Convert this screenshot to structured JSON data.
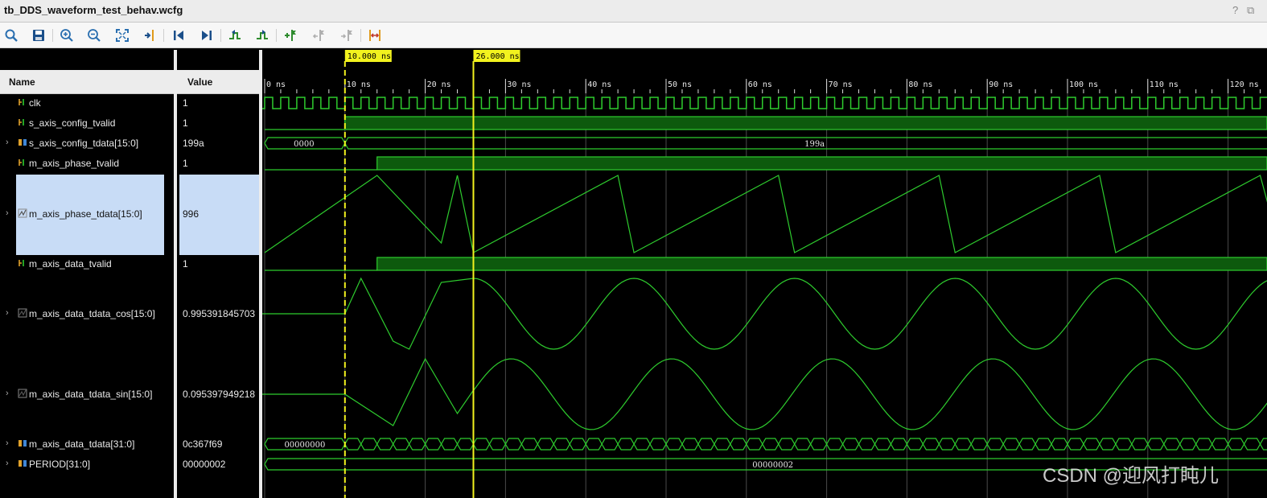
{
  "window": {
    "title": "tb_DDS_waveform_test_behav.wcfg",
    "help": "?",
    "restore": "⧉"
  },
  "toolbar": {
    "items": [
      {
        "name": "search-icon",
        "color": "#2a6fb0"
      },
      {
        "name": "save-icon",
        "color": "#1b4f8a"
      },
      {
        "name": "zoom-in-icon",
        "color": "#2a6fb0"
      },
      {
        "name": "zoom-out-icon",
        "color": "#2a6fb0"
      },
      {
        "name": "zoom-fit-icon",
        "color": "#2a6fb0"
      },
      {
        "name": "go-to-cursor-icon",
        "color": "#e09a1a"
      },
      {
        "name": "go-to-time-zero-icon",
        "color": "#1b4f8a"
      },
      {
        "name": "go-to-last-time-icon",
        "color": "#1b4f8a"
      },
      {
        "name": "previous-transition-icon",
        "color": "#2e8b2e"
      },
      {
        "name": "next-transition-icon",
        "color": "#2e8b2e"
      },
      {
        "name": "add-marker-icon",
        "color": "#2e8b2e"
      },
      {
        "name": "previous-marker-icon",
        "color": "#b0b0b0"
      },
      {
        "name": "next-marker-icon",
        "color": "#b0b0b0"
      },
      {
        "name": "swap-cursors-icon",
        "color": "#c0392b"
      }
    ]
  },
  "columns": {
    "name": "Name",
    "value": "Value"
  },
  "signals": [
    {
      "name": "clk",
      "value": "1",
      "kind": "bit",
      "expandable": false
    },
    {
      "name": "s_axis_config_tvalid",
      "value": "1",
      "kind": "bit",
      "expandable": false
    },
    {
      "name": "s_axis_config_tdata[15:0]",
      "value": "199a",
      "kind": "bus",
      "expandable": true
    },
    {
      "name": "m_axis_phase_tvalid",
      "value": "1",
      "kind": "bit",
      "expandable": false
    },
    {
      "name": "m_axis_phase_tdata[15:0]",
      "value": "996",
      "kind": "analog",
      "expandable": true,
      "selected": true
    },
    {
      "name": "m_axis_data_tvalid",
      "value": "1",
      "kind": "bit",
      "expandable": false
    },
    {
      "name": "m_axis_data_tdata_cos[15:0]",
      "value": "0.995391845703",
      "kind": "analog",
      "expandable": true
    },
    {
      "name": "m_axis_data_tdata_sin[15:0]",
      "value": "0.095397949218",
      "kind": "analog",
      "expandable": true
    },
    {
      "name": "m_axis_data_tdata[31:0]",
      "value": "0c367f69",
      "kind": "bus",
      "expandable": true
    },
    {
      "name": "PERIOD[31:0]",
      "value": "00000002",
      "kind": "bus",
      "expandable": true
    }
  ],
  "timeline": {
    "ticks": [
      "0 ns",
      "10 ns",
      "20 ns",
      "30 ns",
      "40 ns",
      "50 ns",
      "60 ns",
      "70 ns",
      "80 ns",
      "90 ns",
      "100 ns",
      "110 ns",
      "120 ns"
    ],
    "cursors": [
      {
        "label": "10.000 ns",
        "time": 10,
        "style": "dashed"
      },
      {
        "label": "26.000 ns",
        "time": 26,
        "style": "solid"
      }
    ]
  },
  "bus_labels": {
    "config_before": "0000",
    "config_after": "199a",
    "data_initial": "00000000",
    "period": "00000002"
  },
  "colors": {
    "wave": "#2ecc2e",
    "wave_fill": "#0d5a0d",
    "cursor": "#f2f21e",
    "grid": "#4a4a4a",
    "selection": "#c8dcf6"
  },
  "watermark": "CSDN @迎风打盹儿"
}
